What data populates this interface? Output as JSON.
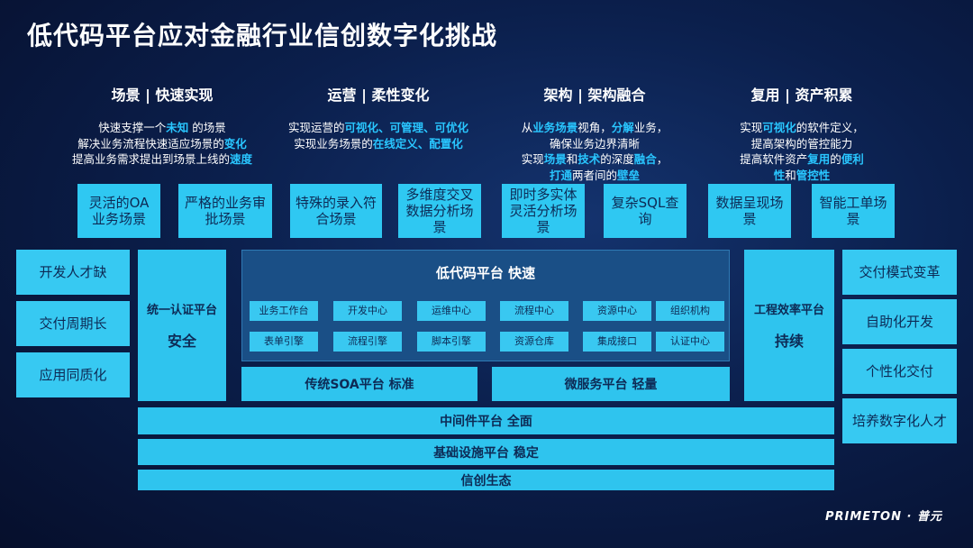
{
  "title": "低代码平台应对金融行业信创数字化挑战",
  "headers": [
    {
      "label": "场景 | 快速实现",
      "lines": [
        [
          {
            "t": "快速支撑一个"
          },
          {
            "t": "未知",
            "h": true
          },
          {
            "t": " 的场景"
          }
        ],
        [
          {
            "t": "解决业务流程快速适应场景的"
          },
          {
            "t": "变化",
            "h": true
          }
        ],
        [
          {
            "t": "提高业务需求提出到场景上线的"
          },
          {
            "t": "速度",
            "h": true
          }
        ]
      ]
    },
    {
      "label": "运营 | 柔性变化",
      "lines": [
        [
          {
            "t": "实现运营的"
          },
          {
            "t": "可视化、可管理、可优化",
            "h": true
          }
        ],
        [
          {
            "t": "实现业务场景的"
          },
          {
            "t": "在线定义、配置化",
            "h": true
          }
        ]
      ]
    },
    {
      "label": "架构 | 架构融合",
      "lines": [
        [
          {
            "t": "从"
          },
          {
            "t": "业务场景",
            "h": true
          },
          {
            "t": "视角，"
          },
          {
            "t": "分解",
            "h": true
          },
          {
            "t": "业务，"
          }
        ],
        [
          {
            "t": "确保业务边界清晰"
          }
        ],
        [
          {
            "t": "实现"
          },
          {
            "t": "场景",
            "h": true
          },
          {
            "t": "和"
          },
          {
            "t": "技术",
            "h": true
          },
          {
            "t": "的深度"
          },
          {
            "t": "融合",
            "h": true
          },
          {
            "t": "，"
          }
        ],
        [
          {
            "t": "打通",
            "h": true
          },
          {
            "t": "两者间的"
          },
          {
            "t": "壁垒",
            "h": true
          }
        ]
      ]
    },
    {
      "label": "复用 | 资产积累",
      "lines": [
        [
          {
            "t": "实现"
          },
          {
            "t": "可视化",
            "h": true
          },
          {
            "t": "的软件定义，"
          }
        ],
        [
          {
            "t": "提高架构的管控能力"
          }
        ],
        [
          {
            "t": "提高软件资产"
          },
          {
            "t": "复用",
            "h": true
          },
          {
            "t": "的"
          },
          {
            "t": "便利",
            "h": true
          }
        ],
        [
          {
            "t": "性",
            "h": true
          },
          {
            "t": "和"
          },
          {
            "t": "管控性",
            "h": true
          }
        ]
      ]
    }
  ],
  "scenes": [
    "灵活的OA业务场景",
    "严格的业务审批场景",
    "特殊的录入符合场景",
    "多维度交叉数据分析场景",
    "即时多实体灵活分析场景",
    "复杂SQL查询",
    "数据呈现场景",
    "智能工单场景"
  ],
  "left": [
    "开发人才缺",
    "交付周期长",
    "应用同质化"
  ],
  "right": [
    "交付模式变革",
    "自助化开发",
    "个性化交付",
    "培养数字化人才"
  ],
  "auth": {
    "title": "统一认证平台",
    "sub": "安全"
  },
  "eff": {
    "title": "工程效率平台",
    "sub": "持续"
  },
  "core": {
    "title": "低代码平台  快速",
    "row1": [
      "业务工作台",
      "开发中心",
      "运维中心",
      "流程中心",
      "资源中心",
      "组织机构"
    ],
    "row2": [
      "表单引擎",
      "流程引擎",
      "脚本引擎",
      "资源仓库",
      "集成接口",
      "认证中心"
    ]
  },
  "soa": "传统SOA平台  标准",
  "micro": "微服务平台  轻量",
  "layers": [
    "中间件平台  全面",
    "基础设施平台  稳定",
    "信创生态"
  ],
  "logo": "PRIMETON · 普元",
  "colors": {
    "accent": "#29c6ff",
    "card": "#2fc8f2",
    "bg": "#0b1f4c"
  }
}
